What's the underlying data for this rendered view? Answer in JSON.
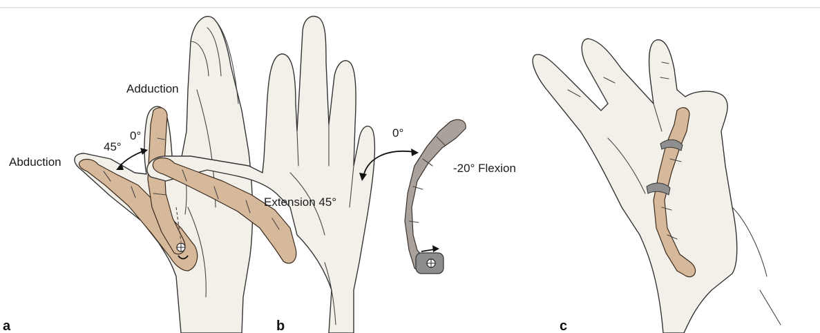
{
  "panels": [
    {
      "letter": "a",
      "labels": {
        "adduction": "Adduction",
        "abduction": "Abduction",
        "angle_45": "45°",
        "angle_0": "0°"
      }
    },
    {
      "letter": "b",
      "labels": {
        "angle_0": "0°",
        "flexion": "-20° Flexion",
        "extension": "Extension 45°"
      }
    },
    {
      "letter": "c",
      "labels": {}
    }
  ],
  "colors": {
    "skin": "#f2f0e8",
    "bone": "#d6b89a",
    "bone_grey": "#a9a19b",
    "implant": "#8d8d8d"
  }
}
